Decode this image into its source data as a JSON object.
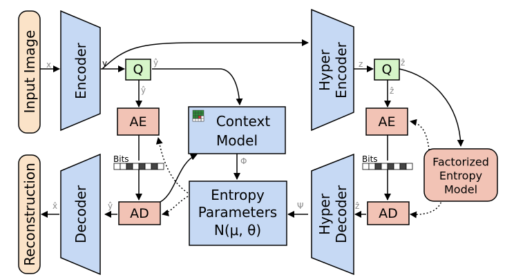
{
  "blocks": {
    "input_image": "Input Image",
    "reconstruction": "Reconstruction",
    "encoder": "Encoder",
    "decoder": "Decoder",
    "hyper_encoder": [
      "Hyper",
      "Encoder"
    ],
    "hyper_decoder": [
      "Hyper",
      "Decoder"
    ],
    "q_main": "Q",
    "q_hyper": "Q",
    "ae_main": "AE",
    "ad_main": "AD",
    "ae_hyper": "AE",
    "ad_hyper": "AD",
    "context_model": [
      "Context",
      "Model"
    ],
    "entropy_parameters": [
      "Entropy",
      "Parameters",
      "N(μ, θ)"
    ],
    "factorized_entropy": [
      "Factorized",
      "Entropy",
      "Model"
    ]
  },
  "labels": {
    "x": "x",
    "y": "y",
    "y_hat": "ŷ",
    "z": "z",
    "z_hat": "ẑ",
    "x_hat": "x̂",
    "phi": "Φ",
    "psi": "Ψ",
    "bits": "Bits"
  },
  "colors": {
    "blue": "#c6d9f4",
    "salmon": "#f2c3b5",
    "green": "#d6f5c9",
    "tan": "#fbe3c8"
  }
}
